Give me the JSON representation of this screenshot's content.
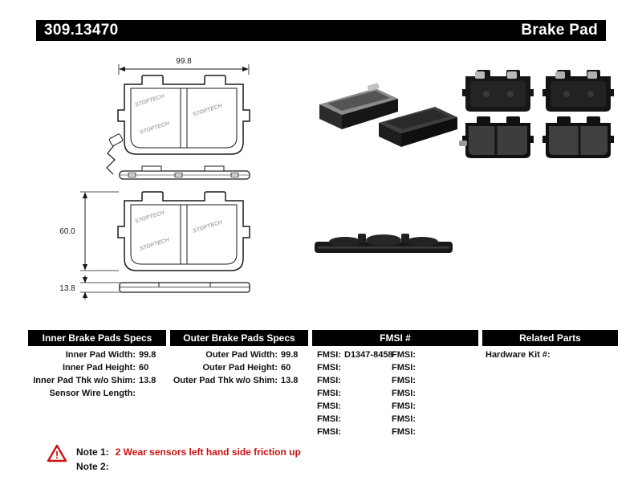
{
  "header": {
    "part_number": "309.13470",
    "product_name": "Brake Pad"
  },
  "drawing": {
    "width_dim": "99.8",
    "height_dim": "60.0",
    "thickness_dim": "13.8",
    "brand_text": "STOPTECH"
  },
  "specs": {
    "inner": {
      "title": "Inner Brake Pads Specs",
      "rows": [
        {
          "label": "Inner Pad Width:",
          "value": "99.8"
        },
        {
          "label": "Inner Pad Height:",
          "value": "60"
        },
        {
          "label": "Inner Pad Thk w/o Shim:",
          "value": "13.8"
        },
        {
          "label": "Sensor Wire Length:",
          "value": ""
        }
      ]
    },
    "outer": {
      "title": "Outer Brake Pads Specs",
      "rows": [
        {
          "label": "Outer Pad Width:",
          "value": "99.8"
        },
        {
          "label": "Outer Pad Height:",
          "value": "60"
        },
        {
          "label": "Outer Pad Thk w/o Shim:",
          "value": "13.8"
        }
      ]
    },
    "fmsi": {
      "title": "FMSI #",
      "col1": [
        {
          "label": "FMSI:",
          "value": "D1347-8458"
        },
        {
          "label": "FMSI:",
          "value": ""
        },
        {
          "label": "FMSI:",
          "value": ""
        },
        {
          "label": "FMSI:",
          "value": ""
        },
        {
          "label": "FMSI:",
          "value": ""
        },
        {
          "label": "FMSI:",
          "value": ""
        },
        {
          "label": "FMSI:",
          "value": ""
        }
      ],
      "col2": [
        {
          "label": "FMSI:",
          "value": ""
        },
        {
          "label": "FMSI:",
          "value": ""
        },
        {
          "label": "FMSI:",
          "value": ""
        },
        {
          "label": "FMSI:",
          "value": ""
        },
        {
          "label": "FMSI:",
          "value": ""
        },
        {
          "label": "FMSI:",
          "value": ""
        },
        {
          "label": "FMSI:",
          "value": ""
        }
      ]
    },
    "related": {
      "title": "Related Parts",
      "rows": [
        {
          "label": "Hardware Kit #:",
          "value": ""
        }
      ]
    }
  },
  "notes": {
    "warning_glyph": "!",
    "note1_label": "Note 1:",
    "note1_text": "2 Wear sensors left hand side friction up",
    "note2_label": "Note 2:",
    "note2_text": "",
    "note_color": "#cc1111"
  }
}
